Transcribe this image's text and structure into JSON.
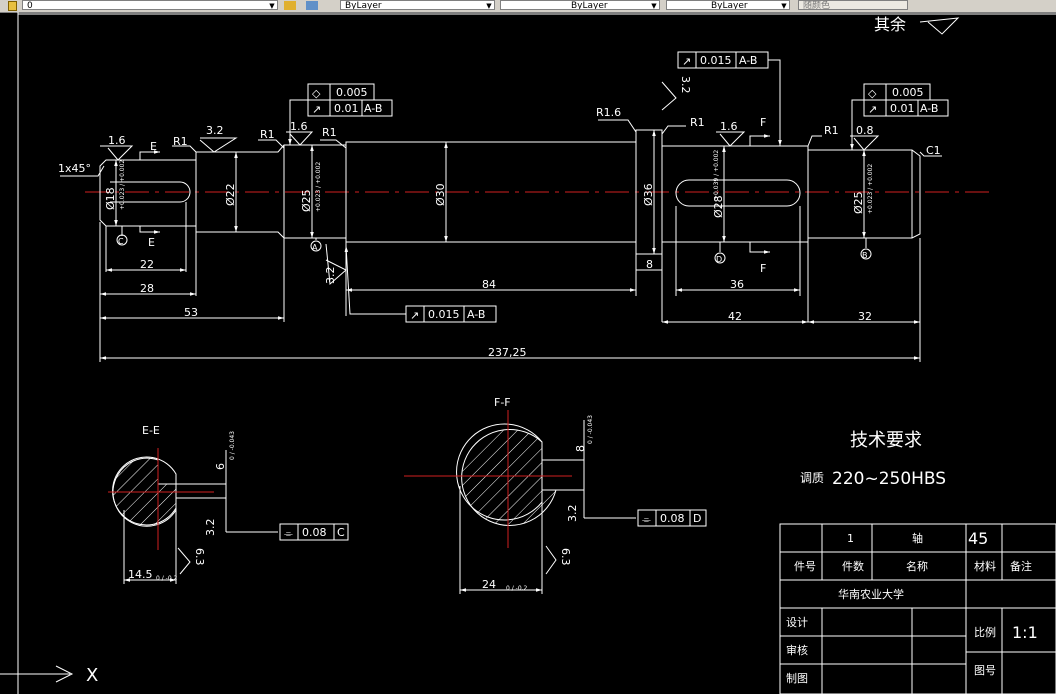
{
  "toolbar": {
    "layer_value": "0",
    "color_value": "ByLayer",
    "linetype_value": "ByLayer",
    "lineweight_value": "ByLayer",
    "plotstyle_value": "随颜色"
  },
  "roughness_other": "其余",
  "shaft": {
    "chamfer_left": "1x45°",
    "chamfer_right": "C1",
    "fillets": [
      "R1",
      "R1",
      "R1",
      "R1.6",
      "R1",
      "R1"
    ],
    "roughness": [
      "1.6",
      "3.2",
      "1.6",
      "1.6",
      "0.8",
      "3.2",
      "3.2"
    ],
    "diameters": [
      "Ø18",
      "Ø22",
      "Ø25",
      "Ø30",
      "Ø36",
      "Ø28",
      "Ø25"
    ],
    "tolerances": {
      "d18": "+0.023 / +0.002",
      "d25_left": "+0.023 / +0.002",
      "d28": "+0.039 / +0.002",
      "d25_right": "+0.023 / +0.002"
    },
    "section_marks": [
      "E",
      "E",
      "F",
      "F"
    ],
    "datum_labels": [
      "C",
      "A",
      "D",
      "B"
    ],
    "dimensions": {
      "d22": "22",
      "d28": "28",
      "d53": "53",
      "d84": "84",
      "d8": "8",
      "d36": "36",
      "d42": "42",
      "d32": "32",
      "d237": "237,25"
    }
  },
  "fcf": {
    "top_center": {
      "value": "0.015",
      "datum": "A-B"
    },
    "left_cyl": "0.005",
    "left_runout": {
      "value": "0.01",
      "datum": "A-B"
    },
    "right_cyl": "0.005",
    "right_runout": {
      "value": "0.01",
      "datum": "A-B"
    },
    "bottom_runout": {
      "value": "0.015",
      "datum": "A-B"
    }
  },
  "section_ee": {
    "title": "E-E",
    "depth_dim": "6",
    "depth_tol": "0 / -0.043",
    "width_dim": "14.5",
    "width_tol": "0 / -0.2",
    "roughness_a": "3.2",
    "roughness_b": "6.3",
    "sym_value": "0.08",
    "sym_datum": "C"
  },
  "section_ff": {
    "title": "F-F",
    "depth_dim": "8",
    "depth_tol": "0 / -0.043",
    "width_dim": "24",
    "width_tol": "0 / -0.2",
    "roughness_a": "3.2",
    "roughness_b": "6.3",
    "sym_value": "0.08",
    "sym_datum": "D"
  },
  "tech_req": {
    "title": "技术要求",
    "item_label": "调质",
    "item_value": "220~250HBS"
  },
  "title_block": {
    "qty": "1",
    "part_name": "轴",
    "material": "45",
    "h_part_no": "件号",
    "h_qty": "件数",
    "h_name": "名称",
    "h_material": "材料",
    "h_remark": "备注",
    "school": "华南农业大学",
    "design": "设计",
    "review": "审核",
    "drawn": "制图",
    "scale_label": "比例",
    "scale_value": "1:1",
    "drawing_no": "图号"
  },
  "ucs": {
    "x_label": "X"
  }
}
